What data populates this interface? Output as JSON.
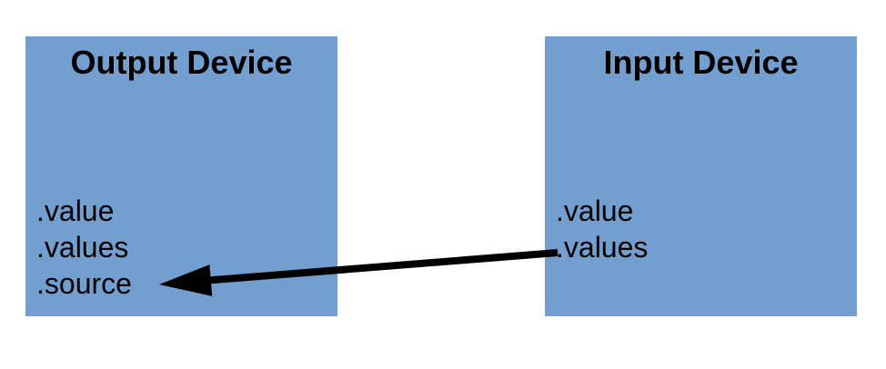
{
  "colors": {
    "background": "#ffffff",
    "box_fill": "#729FCF",
    "text": "#000000",
    "arrow": "#000000"
  },
  "boxes": {
    "output_device": {
      "title": "Output Device",
      "members": [
        ".value",
        ".values",
        ".source"
      ]
    },
    "input_device": {
      "title": "Input Device",
      "members": [
        ".value",
        ".values"
      ]
    }
  }
}
